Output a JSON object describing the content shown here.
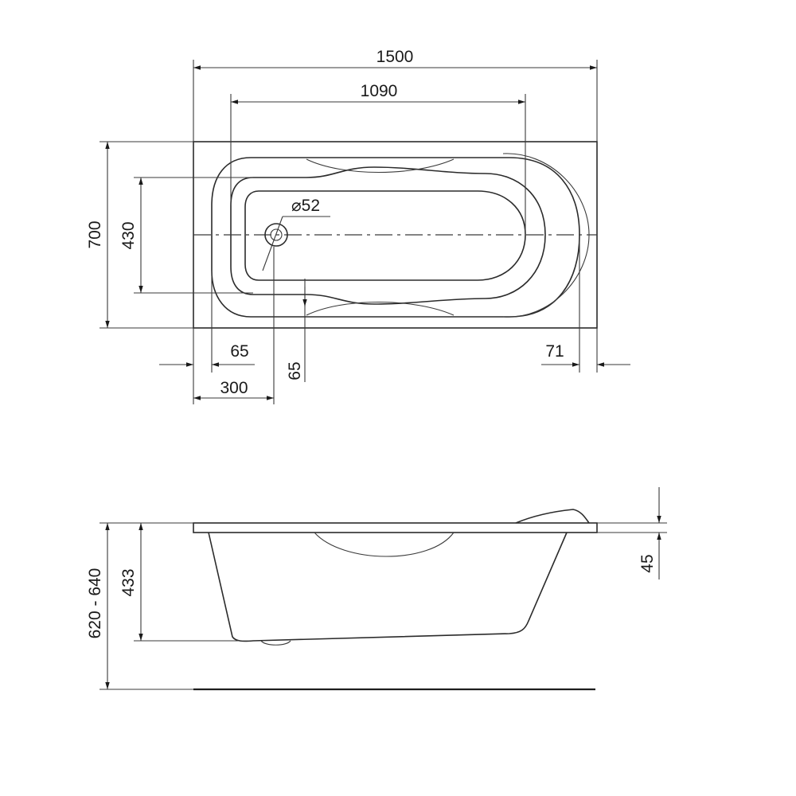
{
  "plan_view": {
    "overall_length": "1500",
    "inner_length": "1090",
    "overall_width": "700",
    "inner_width": "430",
    "drain_diameter": "⌀52",
    "rim_left": "65",
    "rim_right": "71",
    "drain_offset": "300",
    "rim_side": "65"
  },
  "side_view": {
    "total_height": "620 - 640",
    "tub_depth": "433",
    "rim_thickness": "45"
  },
  "colors": {
    "line": "#2b2b2b",
    "background": "#ffffff"
  }
}
